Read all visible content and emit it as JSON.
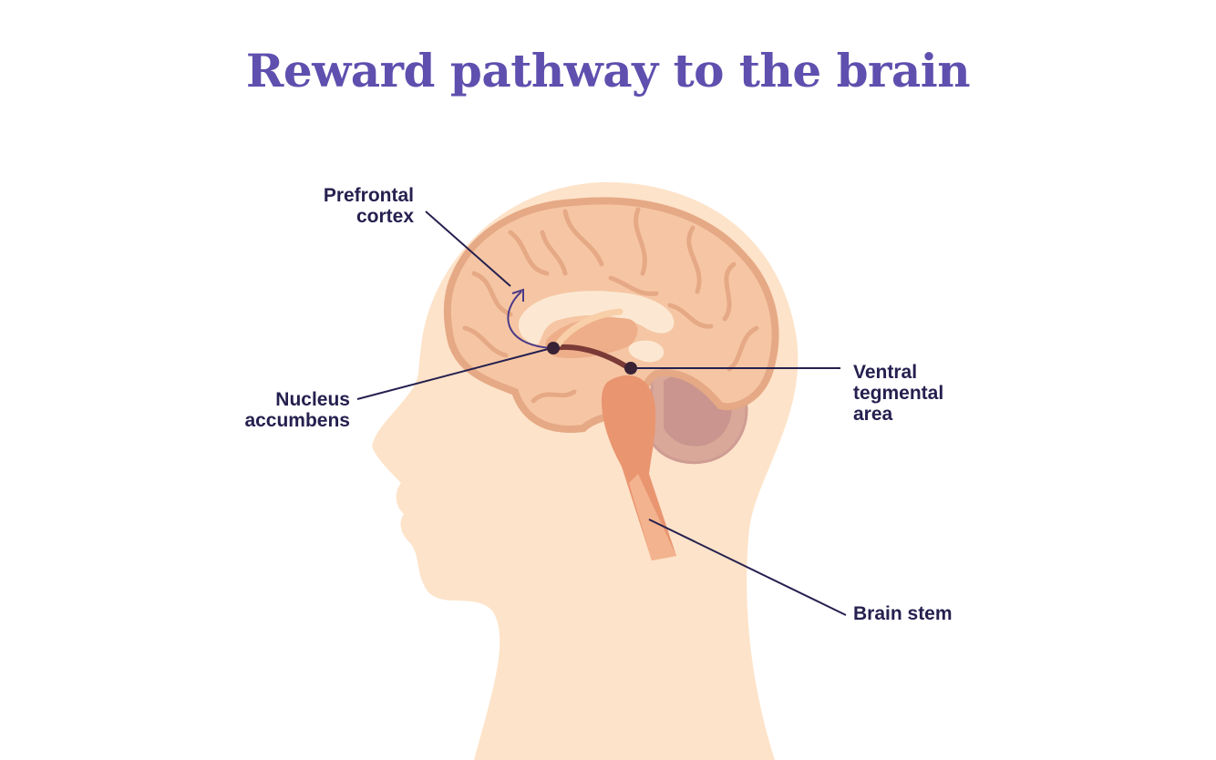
{
  "title": "Reward pathway to the brain",
  "labels": {
    "prefrontal_cortex": [
      "Prefrontal",
      "cortex"
    ],
    "nucleus_accumbens": [
      "Nucleus",
      "accumbens"
    ],
    "ventral_tegmental_area": [
      "Ventral",
      "tegmental",
      "area"
    ],
    "brain_stem": [
      "Brain stem"
    ]
  },
  "colors": {
    "title": "#5f4fae",
    "label_text": "#25204f",
    "leader_line": "#25204f",
    "head_skin": "#fde3c9",
    "cerebrum": "#f6c6a4",
    "cerebrum_outline": "#e6a985",
    "corpus_callosum": "#fce8d2",
    "brain_stem": "#e99570",
    "cerebellum": "#cf9c93",
    "pathway": "#7a3a36",
    "node": "#3a2236"
  }
}
